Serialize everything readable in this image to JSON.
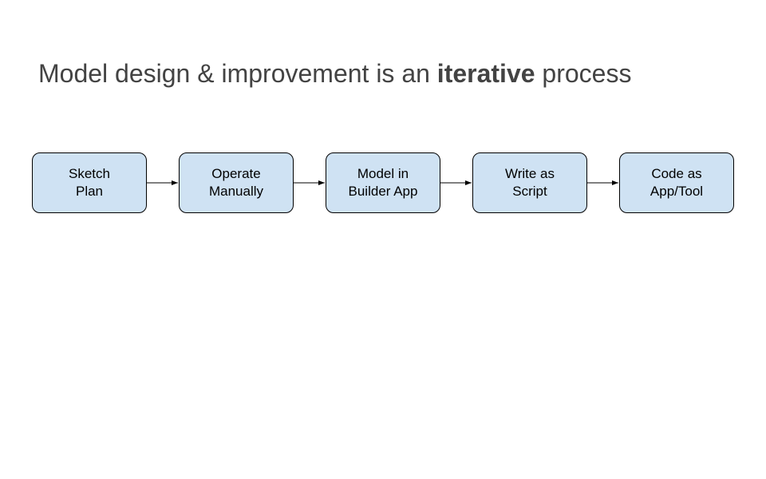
{
  "title": {
    "before": "Model design & improvement is an ",
    "emphasis": "iterative",
    "after": " process"
  },
  "steps": [
    {
      "line1": "Sketch",
      "line2": "Plan"
    },
    {
      "line1": "Operate",
      "line2": "Manually"
    },
    {
      "line1": "Model in",
      "line2": "Builder App"
    },
    {
      "line1": "Write as",
      "line2": "Script"
    },
    {
      "line1": "Code as",
      "line2": "App/Tool"
    }
  ],
  "colors": {
    "box_fill": "#cfe2f3",
    "box_border": "#000000",
    "title_text": "#434343"
  }
}
